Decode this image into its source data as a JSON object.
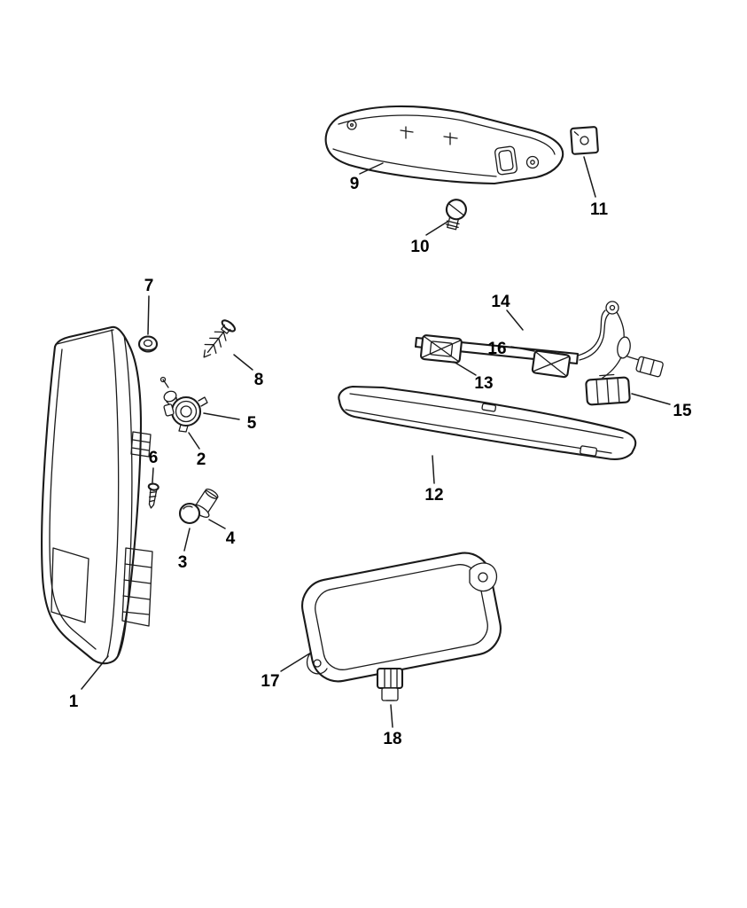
{
  "diagram": {
    "background": "#ffffff",
    "line_color": "#1a1a1a",
    "text_color": "#000000"
  },
  "callouts": [
    {
      "label": "1"
    },
    {
      "label": "2"
    },
    {
      "label": "3"
    },
    {
      "label": "4"
    },
    {
      "label": "5"
    },
    {
      "label": "6"
    },
    {
      "label": "7"
    },
    {
      "label": "8"
    },
    {
      "label": "9"
    },
    {
      "label": "10"
    },
    {
      "label": "11"
    },
    {
      "label": "12"
    },
    {
      "label": "13"
    },
    {
      "label": "14"
    },
    {
      "label": "15"
    },
    {
      "label": "16"
    },
    {
      "label": "17"
    },
    {
      "label": "18"
    }
  ]
}
